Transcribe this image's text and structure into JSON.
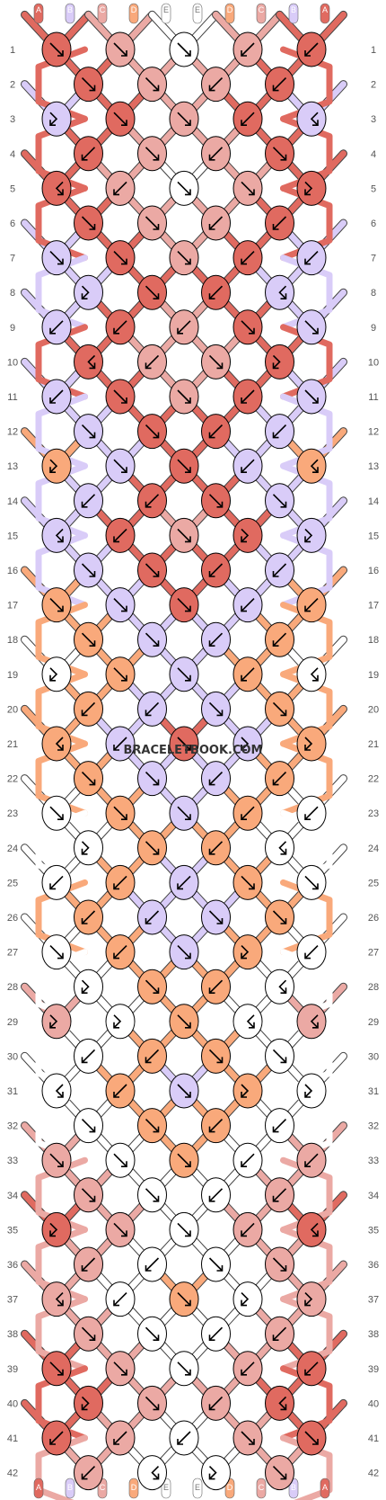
{
  "watermark": "BRACELETBOOK.COM",
  "colors": {
    "A": "#e06a60",
    "B": "#d9ccf8",
    "C": "#eba9a4",
    "D": "#f9a97b",
    "E": "#ffffff"
  },
  "strand_labels_top": [
    "A",
    "B",
    "C",
    "D",
    "E",
    "E",
    "D",
    "C",
    "B",
    "A"
  ],
  "strand_labels_bottom": [
    "A",
    "B",
    "C",
    "D",
    "E",
    "E",
    "D",
    "C",
    "B",
    "A"
  ],
  "row_numbers": [
    "1",
    "2",
    "3",
    "4",
    "5",
    "6",
    "7",
    "8",
    "9",
    "10",
    "11",
    "12",
    "13",
    "14",
    "15",
    "16",
    "17",
    "18",
    "19",
    "20",
    "21",
    "22",
    "23",
    "24",
    "25",
    "26",
    "27",
    "28",
    "29",
    "30",
    "31",
    "32",
    "33",
    "34",
    "35",
    "36",
    "37",
    "38",
    "39",
    "40",
    "41",
    "42"
  ],
  "knot_rows": [
    {
      "row": "1",
      "knots": [
        {
          "c": "A",
          "k": "f"
        },
        {
          "c": "C",
          "k": "f"
        },
        {
          "c": "E",
          "k": "f"
        },
        {
          "c": "C",
          "k": "b"
        },
        {
          "c": "A",
          "k": "b"
        }
      ]
    },
    {
      "row": "2",
      "knots": [
        {
          "c": "A",
          "k": "f"
        },
        {
          "c": "C",
          "k": "f"
        },
        {
          "c": "C",
          "k": "b"
        },
        {
          "c": "A",
          "k": "b"
        }
      ]
    },
    {
      "row": "3",
      "knots": [
        {
          "c": "B",
          "k": "fb"
        },
        {
          "c": "A",
          "k": "f"
        },
        {
          "c": "C",
          "k": "f"
        },
        {
          "c": "A",
          "k": "b"
        },
        {
          "c": "B",
          "k": "bf"
        }
      ]
    },
    {
      "row": "4",
      "knots": [
        {
          "c": "A",
          "k": "b"
        },
        {
          "c": "C",
          "k": "f"
        },
        {
          "c": "C",
          "k": "b"
        },
        {
          "c": "A",
          "k": "f"
        }
      ]
    },
    {
      "row": "5",
      "knots": [
        {
          "c": "A",
          "k": "bf"
        },
        {
          "c": "C",
          "k": "b"
        },
        {
          "c": "E",
          "k": "f"
        },
        {
          "c": "C",
          "k": "f"
        },
        {
          "c": "A",
          "k": "fb"
        }
      ]
    },
    {
      "row": "6",
      "knots": [
        {
          "c": "A",
          "k": "f"
        },
        {
          "c": "C",
          "k": "f"
        },
        {
          "c": "C",
          "k": "b"
        },
        {
          "c": "A",
          "k": "b"
        }
      ]
    },
    {
      "row": "7",
      "knots": [
        {
          "c": "B",
          "k": "f"
        },
        {
          "c": "A",
          "k": "f"
        },
        {
          "c": "C",
          "k": "f"
        },
        {
          "c": "A",
          "k": "b"
        },
        {
          "c": "B",
          "k": "b"
        }
      ]
    },
    {
      "row": "8",
      "knots": [
        {
          "c": "B",
          "k": "fb"
        },
        {
          "c": "A",
          "k": "f"
        },
        {
          "c": "A",
          "k": "b"
        },
        {
          "c": "B",
          "k": "bf"
        }
      ]
    },
    {
      "row": "9",
      "knots": [
        {
          "c": "B",
          "k": "b"
        },
        {
          "c": "A",
          "k": "b"
        },
        {
          "c": "C",
          "k": "b"
        },
        {
          "c": "A",
          "k": "f"
        },
        {
          "c": "B",
          "k": "f"
        }
      ]
    },
    {
      "row": "10",
      "knots": [
        {
          "c": "A",
          "k": "bf"
        },
        {
          "c": "C",
          "k": "b"
        },
        {
          "c": "C",
          "k": "f"
        },
        {
          "c": "A",
          "k": "fb"
        }
      ]
    },
    {
      "row": "11",
      "knots": [
        {
          "c": "B",
          "k": "b"
        },
        {
          "c": "A",
          "k": "f"
        },
        {
          "c": "C",
          "k": "f"
        },
        {
          "c": "A",
          "k": "b"
        },
        {
          "c": "B",
          "k": "f"
        }
      ]
    },
    {
      "row": "12",
      "knots": [
        {
          "c": "B",
          "k": "f"
        },
        {
          "c": "A",
          "k": "f"
        },
        {
          "c": "A",
          "k": "b"
        },
        {
          "c": "B",
          "k": "b"
        }
      ]
    },
    {
      "row": "13",
      "knots": [
        {
          "c": "D",
          "k": "fb"
        },
        {
          "c": "B",
          "k": "f"
        },
        {
          "c": "A",
          "k": "f"
        },
        {
          "c": "B",
          "k": "b"
        },
        {
          "c": "D",
          "k": "bf"
        }
      ]
    },
    {
      "row": "14",
      "knots": [
        {
          "c": "B",
          "k": "b"
        },
        {
          "c": "A",
          "k": "b"
        },
        {
          "c": "A",
          "k": "f"
        },
        {
          "c": "B",
          "k": "f"
        }
      ]
    },
    {
      "row": "15",
      "knots": [
        {
          "c": "B",
          "k": "bf"
        },
        {
          "c": "A",
          "k": "b"
        },
        {
          "c": "C",
          "k": "f"
        },
        {
          "c": "A",
          "k": "fb"
        },
        {
          "c": "B",
          "k": "fb"
        }
      ]
    },
    {
      "row": "16",
      "knots": [
        {
          "c": "B",
          "k": "f"
        },
        {
          "c": "A",
          "k": "f"
        },
        {
          "c": "A",
          "k": "b"
        },
        {
          "c": "B",
          "k": "b"
        }
      ]
    },
    {
      "row": "17",
      "knots": [
        {
          "c": "D",
          "k": "f"
        },
        {
          "c": "B",
          "k": "f"
        },
        {
          "c": "A",
          "k": "f"
        },
        {
          "c": "B",
          "k": "b"
        },
        {
          "c": "D",
          "k": "b"
        }
      ]
    },
    {
      "row": "18",
      "knots": [
        {
          "c": "D",
          "k": "f"
        },
        {
          "c": "B",
          "k": "f"
        },
        {
          "c": "B",
          "k": "b"
        },
        {
          "c": "D",
          "k": "b"
        }
      ]
    },
    {
      "row": "19",
      "knots": [
        {
          "c": "E",
          "k": "fb"
        },
        {
          "c": "D",
          "k": "f"
        },
        {
          "c": "B",
          "k": "f"
        },
        {
          "c": "D",
          "k": "b"
        },
        {
          "c": "E",
          "k": "bf"
        }
      ]
    },
    {
      "row": "20",
      "knots": [
        {
          "c": "D",
          "k": "b"
        },
        {
          "c": "B",
          "k": "b"
        },
        {
          "c": "B",
          "k": "f"
        },
        {
          "c": "D",
          "k": "f"
        }
      ]
    },
    {
      "row": "21",
      "knots": [
        {
          "c": "D",
          "k": "bf"
        },
        {
          "c": "B",
          "k": "b"
        },
        {
          "c": "A",
          "k": "f"
        },
        {
          "c": "B",
          "k": "fb"
        },
        {
          "c": "D",
          "k": "fb"
        }
      ]
    },
    {
      "row": "22",
      "knots": [
        {
          "c": "D",
          "k": "f"
        },
        {
          "c": "B",
          "k": "f"
        },
        {
          "c": "B",
          "k": "b"
        },
        {
          "c": "D",
          "k": "b"
        }
      ]
    },
    {
      "row": "23",
      "knots": [
        {
          "c": "E",
          "k": "f"
        },
        {
          "c": "D",
          "k": "f"
        },
        {
          "c": "B",
          "k": "f"
        },
        {
          "c": "D",
          "k": "b"
        },
        {
          "c": "E",
          "k": "b"
        }
      ]
    },
    {
      "row": "24",
      "knots": [
        {
          "c": "E",
          "k": "fb"
        },
        {
          "c": "D",
          "k": "f"
        },
        {
          "c": "D",
          "k": "b"
        },
        {
          "c": "E",
          "k": "bf"
        }
      ]
    },
    {
      "row": "25",
      "knots": [
        {
          "c": "E",
          "k": "b"
        },
        {
          "c": "D",
          "k": "b"
        },
        {
          "c": "B",
          "k": "b"
        },
        {
          "c": "D",
          "k": "f"
        },
        {
          "c": "E",
          "k": "f"
        }
      ]
    },
    {
      "row": "26",
      "knots": [
        {
          "c": "D",
          "k": "b"
        },
        {
          "c": "B",
          "k": "b"
        },
        {
          "c": "B",
          "k": "f"
        },
        {
          "c": "D",
          "k": "f"
        }
      ]
    },
    {
      "row": "27",
      "knots": [
        {
          "c": "E",
          "k": "f"
        },
        {
          "c": "D",
          "k": "b"
        },
        {
          "c": "B",
          "k": "f"
        },
        {
          "c": "D",
          "k": "fb"
        },
        {
          "c": "E",
          "k": "b"
        }
      ]
    },
    {
      "row": "28",
      "knots": [
        {
          "c": "E",
          "k": "fb"
        },
        {
          "c": "D",
          "k": "f"
        },
        {
          "c": "D",
          "k": "b"
        },
        {
          "c": "E",
          "k": "bf"
        }
      ]
    },
    {
      "row": "29",
      "knots": [
        {
          "c": "C",
          "k": "fb"
        },
        {
          "c": "E",
          "k": "fb"
        },
        {
          "c": "D",
          "k": "f"
        },
        {
          "c": "E",
          "k": "bf"
        },
        {
          "c": "C",
          "k": "bf"
        }
      ]
    },
    {
      "row": "30",
      "knots": [
        {
          "c": "E",
          "k": "b"
        },
        {
          "c": "D",
          "k": "b"
        },
        {
          "c": "D",
          "k": "f"
        },
        {
          "c": "E",
          "k": "f"
        }
      ]
    },
    {
      "row": "31",
      "knots": [
        {
          "c": "E",
          "k": "bf"
        },
        {
          "c": "D",
          "k": "b"
        },
        {
          "c": "B",
          "k": "f"
        },
        {
          "c": "D",
          "k": "fb"
        },
        {
          "c": "E",
          "k": "fb"
        }
      ]
    },
    {
      "row": "32",
      "knots": [
        {
          "c": "E",
          "k": "f"
        },
        {
          "c": "D",
          "k": "f"
        },
        {
          "c": "D",
          "k": "b"
        },
        {
          "c": "E",
          "k": "b"
        }
      ]
    },
    {
      "row": "33",
      "knots": [
        {
          "c": "C",
          "k": "f"
        },
        {
          "c": "E",
          "k": "f"
        },
        {
          "c": "D",
          "k": "f"
        },
        {
          "c": "E",
          "k": "b"
        },
        {
          "c": "C",
          "k": "b"
        }
      ]
    },
    {
      "row": "34",
      "knots": [
        {
          "c": "C",
          "k": "f"
        },
        {
          "c": "E",
          "k": "f"
        },
        {
          "c": "E",
          "k": "b"
        },
        {
          "c": "C",
          "k": "b"
        }
      ]
    },
    {
      "row": "35",
      "knots": [
        {
          "c": "A",
          "k": "fb"
        },
        {
          "c": "C",
          "k": "f"
        },
        {
          "c": "E",
          "k": "f"
        },
        {
          "c": "C",
          "k": "b"
        },
        {
          "c": "A",
          "k": "bf"
        }
      ]
    },
    {
      "row": "36",
      "knots": [
        {
          "c": "C",
          "k": "b"
        },
        {
          "c": "E",
          "k": "b"
        },
        {
          "c": "E",
          "k": "f"
        },
        {
          "c": "C",
          "k": "f"
        }
      ]
    },
    {
      "row": "37",
      "knots": [
        {
          "c": "C",
          "k": "bf"
        },
        {
          "c": "E",
          "k": "b"
        },
        {
          "c": "D",
          "k": "f"
        },
        {
          "c": "E",
          "k": "fb"
        },
        {
          "c": "C",
          "k": "fb"
        }
      ]
    },
    {
      "row": "38",
      "knots": [
        {
          "c": "C",
          "k": "f"
        },
        {
          "c": "E",
          "k": "f"
        },
        {
          "c": "E",
          "k": "b"
        },
        {
          "c": "C",
          "k": "b"
        }
      ]
    },
    {
      "row": "39",
      "knots": [
        {
          "c": "A",
          "k": "f"
        },
        {
          "c": "C",
          "k": "f"
        },
        {
          "c": "E",
          "k": "f"
        },
        {
          "c": "C",
          "k": "b"
        },
        {
          "c": "A",
          "k": "b"
        }
      ]
    },
    {
      "row": "40",
      "knots": [
        {
          "c": "A",
          "k": "fb"
        },
        {
          "c": "C",
          "k": "f"
        },
        {
          "c": "C",
          "k": "b"
        },
        {
          "c": "A",
          "k": "bf"
        }
      ]
    },
    {
      "row": "41",
      "knots": [
        {
          "c": "A",
          "k": "b"
        },
        {
          "c": "C",
          "k": "b"
        },
        {
          "c": "E",
          "k": "b"
        },
        {
          "c": "C",
          "k": "f"
        },
        {
          "c": "A",
          "k": "f"
        }
      ]
    },
    {
      "row": "42",
      "knots": [
        {
          "c": "C",
          "k": "b"
        },
        {
          "c": "E",
          "k": "bf"
        },
        {
          "c": "E",
          "k": "fb"
        },
        {
          "c": "C",
          "k": "f"
        }
      ]
    }
  ]
}
